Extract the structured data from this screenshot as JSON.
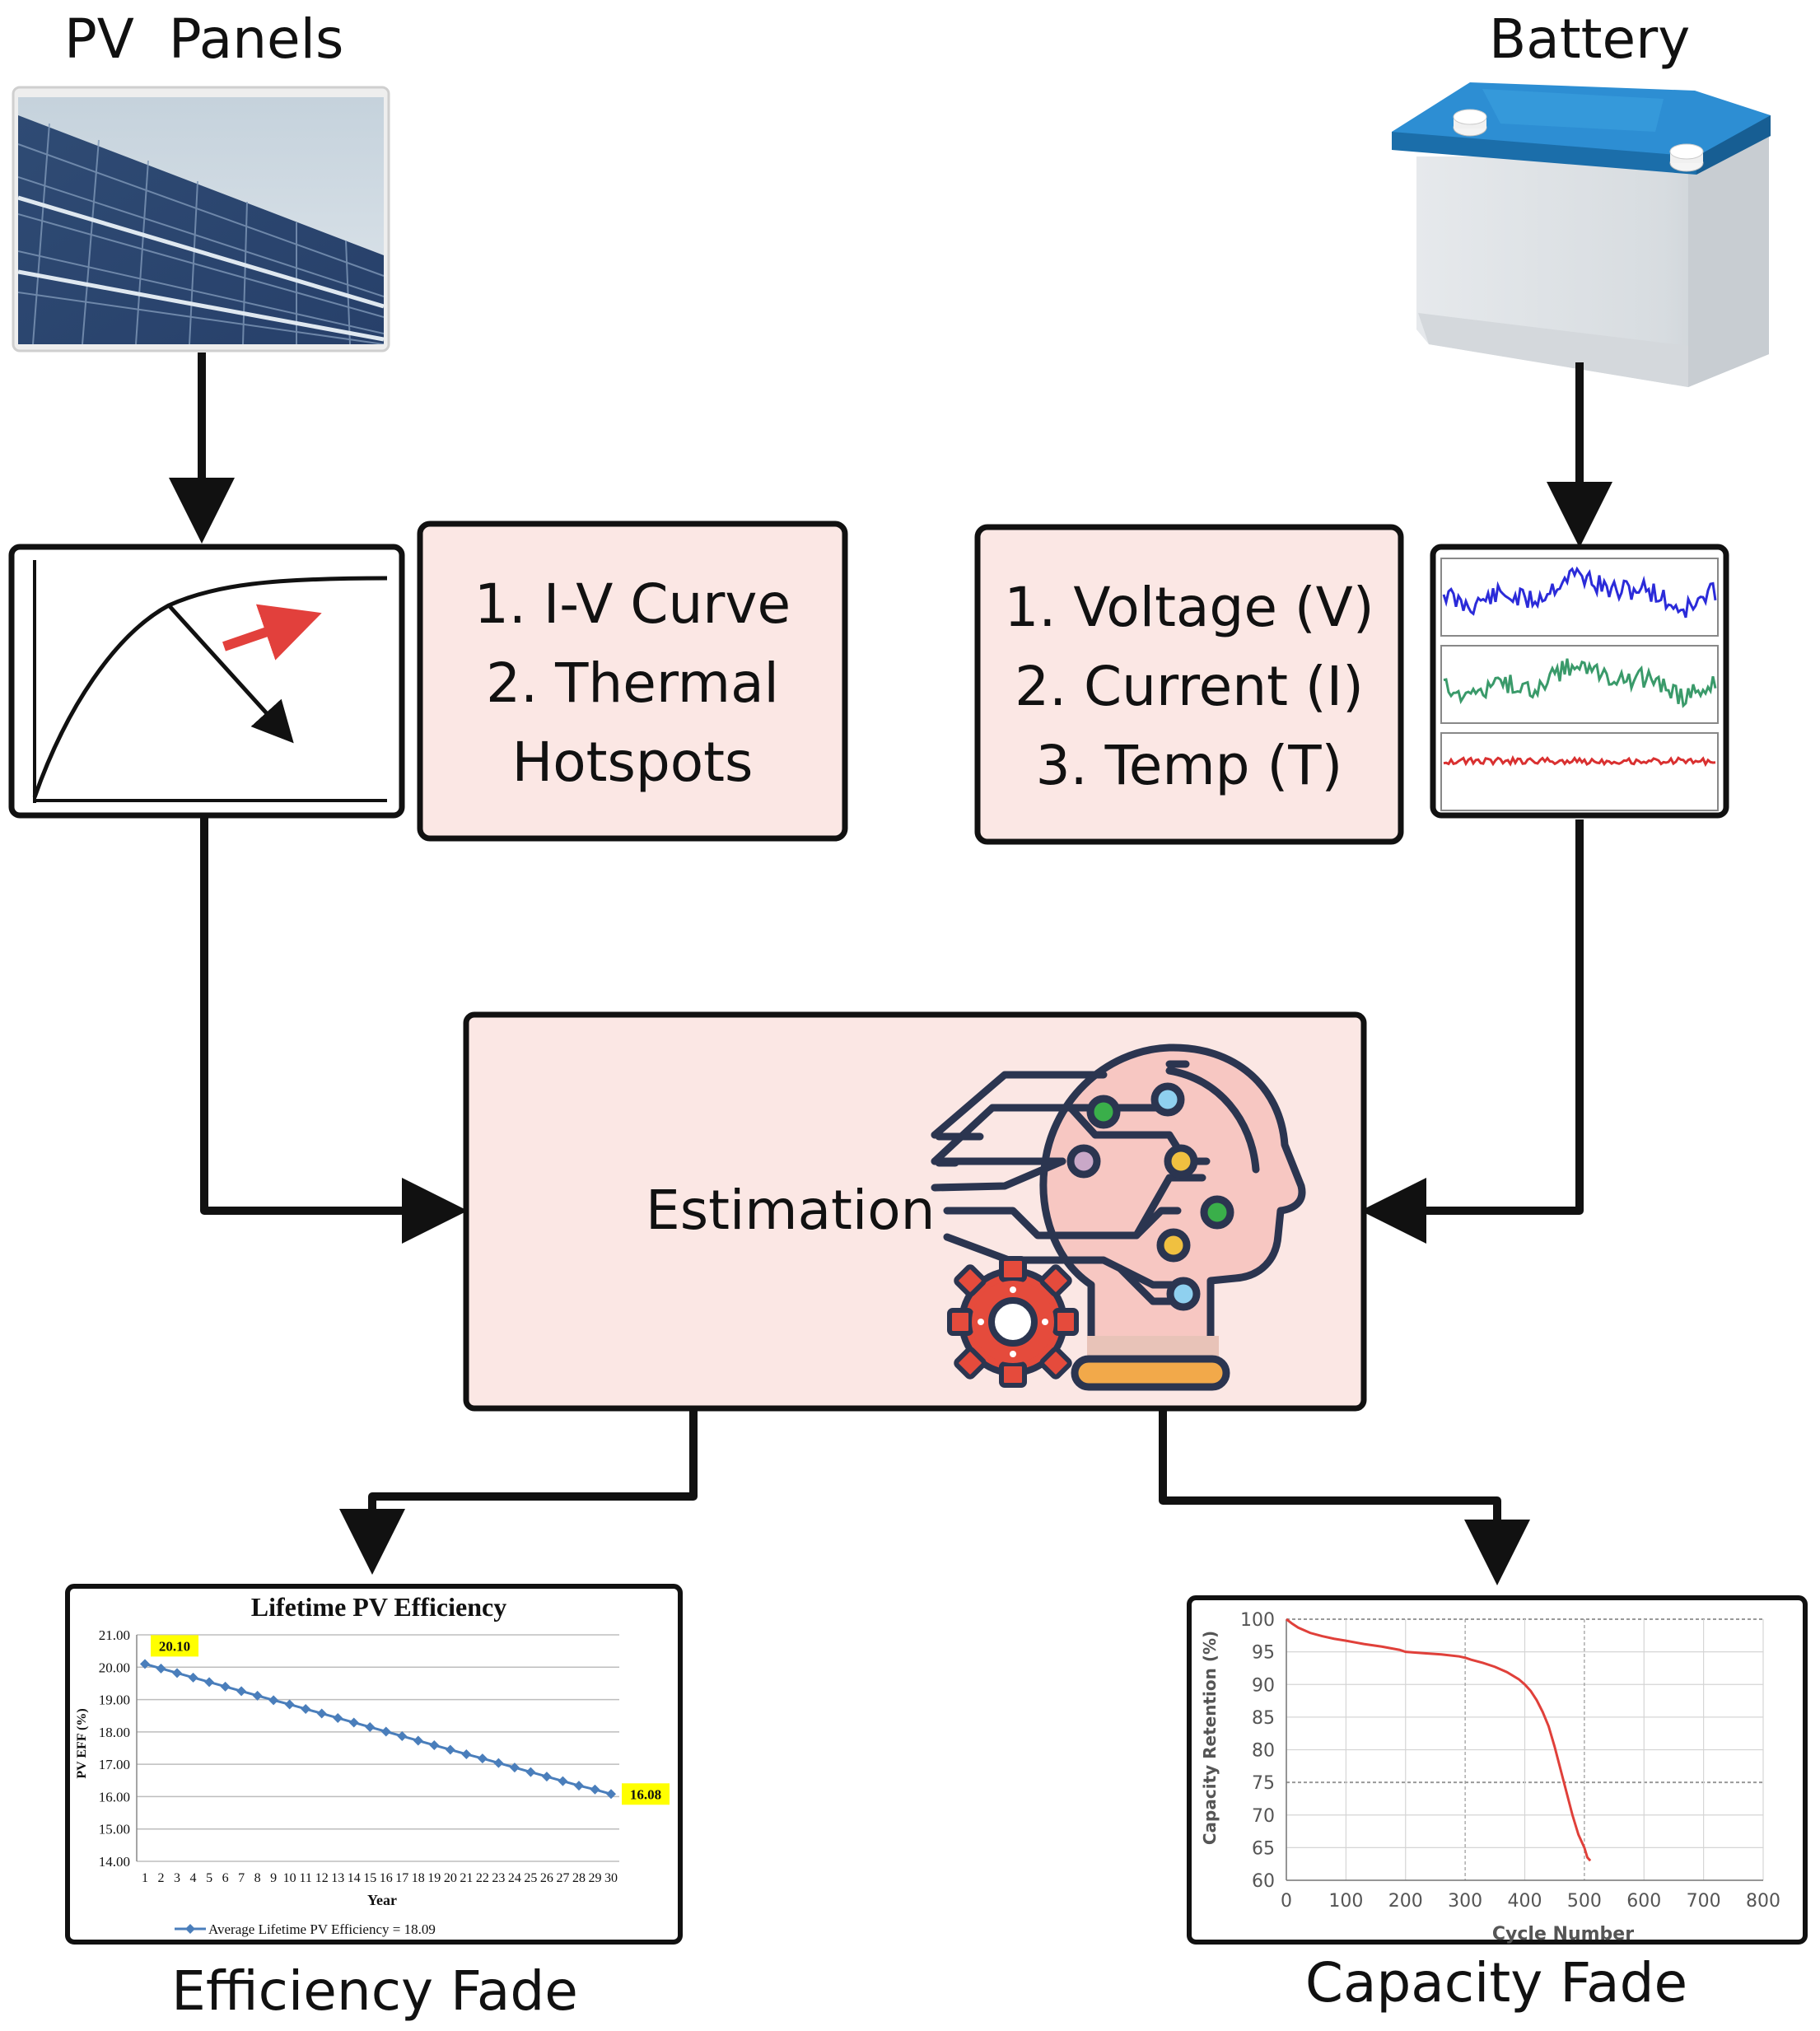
{
  "diagram": {
    "pv_title": "PV  Panels",
    "battery_title": "Battery",
    "pv_features": [
      "1. I-V Curve",
      "2. Thermal",
      "Hotspots"
    ],
    "battery_features": [
      "1. Voltage (V)",
      "2. Current (I)",
      "3. Temp (T)"
    ],
    "estimation_label": "Estimation",
    "efficiency_caption": "Efficiency Fade",
    "capacity_caption": "Capacity Fade"
  },
  "chart_data": [
    {
      "type": "line",
      "title": "Lifetime PV Efficiency",
      "xlabel": "Year",
      "ylabel": "PV EFF (%)",
      "ylim": [
        14.0,
        21.0
      ],
      "yticks": [
        "14.00",
        "15.00",
        "16.00",
        "17.00",
        "18.00",
        "19.00",
        "20.00",
        "21.00"
      ],
      "x": [
        1,
        2,
        3,
        4,
        5,
        6,
        7,
        8,
        9,
        10,
        11,
        12,
        13,
        14,
        15,
        16,
        17,
        18,
        19,
        20,
        21,
        22,
        23,
        24,
        25,
        26,
        27,
        28,
        29,
        30
      ],
      "series": [
        {
          "name": "Average Lifetime PV Efficiency = 18.09",
          "values": [
            20.1,
            19.96,
            19.82,
            19.68,
            19.54,
            19.4,
            19.26,
            19.12,
            18.98,
            18.85,
            18.71,
            18.57,
            18.43,
            18.29,
            18.15,
            18.01,
            17.87,
            17.73,
            17.59,
            17.45,
            17.31,
            17.18,
            17.04,
            16.9,
            16.76,
            16.62,
            16.48,
            16.34,
            16.22,
            16.08
          ],
          "color": "#4a7ebb"
        }
      ],
      "data_labels": [
        {
          "x": 1,
          "text": "20.10"
        },
        {
          "x": 30,
          "text": "16.08"
        }
      ],
      "label_highlight_color": "#ffff00",
      "grid": true,
      "legend": "bottom"
    },
    {
      "type": "line",
      "xlabel": "Cycle Number",
      "ylabel": "Capacity Retention (%)",
      "xlim": [
        0,
        800
      ],
      "ylim": [
        60,
        100
      ],
      "xticks": [
        "0",
        "100",
        "200",
        "300",
        "400",
        "500",
        "600",
        "700",
        "800"
      ],
      "yticks": [
        "60",
        "65",
        "70",
        "75",
        "80",
        "85",
        "90",
        "95",
        "100"
      ],
      "series": [
        {
          "x": [
            0,
            10,
            20,
            40,
            60,
            80,
            100,
            130,
            160,
            190,
            200,
            230,
            260,
            290,
            300,
            310,
            330,
            350,
            370,
            390,
            400,
            410,
            420,
            430,
            440,
            450,
            460,
            470,
            480,
            490,
            500,
            505,
            510
          ],
          "values": [
            100,
            99.3,
            98.7,
            97.9,
            97.4,
            97.0,
            96.7,
            96.2,
            95.8,
            95.3,
            95.0,
            94.8,
            94.6,
            94.3,
            94.1,
            93.8,
            93.3,
            92.7,
            91.9,
            90.8,
            90.0,
            89.0,
            87.6,
            85.8,
            83.6,
            80.5,
            77.0,
            73.5,
            70.0,
            67.0,
            65.0,
            63.5,
            63.0
          ],
          "color": "#e0403a"
        }
      ],
      "grid": true
    }
  ]
}
